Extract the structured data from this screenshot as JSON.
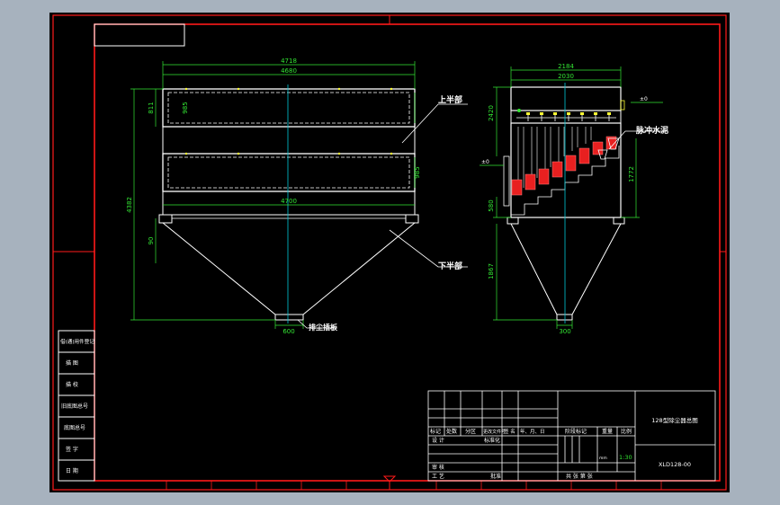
{
  "colors": {
    "background": "#a7b2be",
    "sheet": "#000000",
    "frame": "#ff1a1a",
    "outline": "#ffffff",
    "dimension": "#33e633",
    "centerline": "#00c8d8",
    "accent": "#ffff33",
    "highlight": "#e82020"
  },
  "front_view": {
    "dim_total_width": "4718",
    "dim_inner_width": "4680",
    "dim_bottom_width": "4700",
    "dim_total_height": "4382",
    "dim_upper_panel": "811",
    "dim_upper_box": "985",
    "dim_lower_box": "985",
    "dim_leg": "90",
    "dim_outlet": "600",
    "label_upper": "上半部",
    "label_lower": "下半部",
    "label_outlet": "排尘插板"
  },
  "side_view": {
    "dim_total_width": "2184",
    "dim_inner_width": "2030",
    "dim_top_height": "2420",
    "dim_right_height": "1772",
    "dim_left_height": "580",
    "dim_bottom_height": "1867",
    "dim_outlet": "300",
    "elevation_top": "±0",
    "elevation_left": "±0",
    "label_pipes": "脉冲水泥"
  },
  "side_labels": [
    "借(通)用件登记",
    "描  图",
    "描  校",
    "旧底图总号",
    "底图总号",
    "签  字",
    "日  期"
  ],
  "title_block": {
    "title": "128型除尘器总图",
    "drawing_no": "XLD128-00",
    "scale": "1:30",
    "unit": "mm",
    "header_cells": [
      "标记",
      "处数",
      "分区",
      "更改文件号",
      "签  名",
      "年、月、日"
    ],
    "row_design": "设 计",
    "row_standard": "标准化",
    "row_review": "审 核",
    "row_process": "工 艺",
    "row_approve": "批准",
    "stage_mark": "阶段标记",
    "weight": "重量",
    "ratio": "比例",
    "sheets": "共  张  第  张"
  }
}
